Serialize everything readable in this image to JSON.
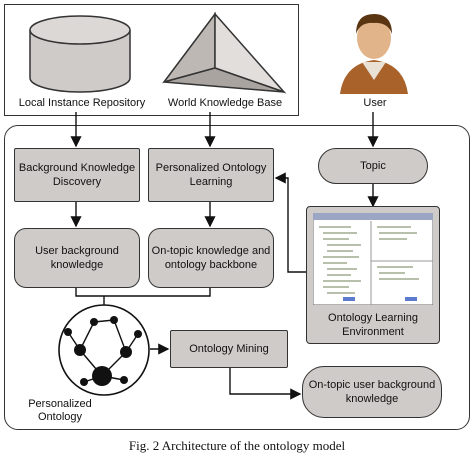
{
  "top": {
    "repository_label": "Local Instance Repository",
    "knowledge_base_label": "World Knowledge Base",
    "user_label": "User"
  },
  "boxes": {
    "bg_discovery": "Background Knowledge Discovery",
    "personalized_learning": "Personalized Ontology Learning",
    "topic": "Topic",
    "user_bg_knowledge": "User background knowledge",
    "on_topic_backbone": "On-topic knowledge and ontology backbone",
    "learning_env": "Ontology Learning Environment",
    "ontology_mining": "Ontology Mining",
    "on_topic_user_bg": "On-topic user background knowledge",
    "personalized_ontology": "Personalized Ontology"
  },
  "caption": "Fig. 2 Architecture of the ontology model"
}
